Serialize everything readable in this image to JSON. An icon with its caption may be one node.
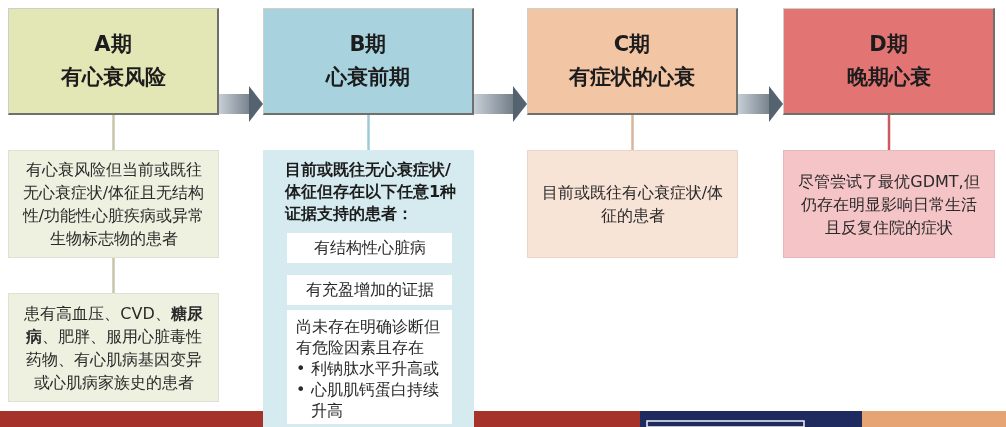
{
  "diagram": {
    "nodes": [
      {
        "text": [
          "A期",
          "有心衰风险"
        ]
      },
      {
        "text": [
          "有心衰风险但当前或既往无心衰症状/体征且无结构性/功能性心脏疾病或异常生物标志物的患者"
        ]
      },
      {
        "text": [
          "患有高血压、CVD、**糖尿病**、肥胖、服用心脏毒性药物、有心肌病基因变异或心肌病家族史的患者"
        ]
      },
      {
        "text": [
          "B期",
          "心衰前期"
        ]
      },
      {
        "text": [
          "目前或既往无心衰症状/体征但存在以下任意1种证据支持的患者："
        ]
      },
      {
        "text": [
          "有结构性心脏病"
        ],
        "in": 4
      },
      {
        "text": [
          "有充盈增加的证据"
        ],
        "in": 4
      },
      {
        "text": [
          "尚未存在明确诊断但有危险因素且存在",
          "• 利钠肽水平升高或",
          "• 心肌肌钙蛋白持续升高"
        ],
        "in": 4
      },
      {
        "text": [
          "C期",
          "有症状的心衰"
        ]
      },
      {
        "text": [
          "目前或既往有心衰症状/体征的患者"
        ]
      },
      {
        "text": [
          "D期",
          "晚期心衰"
        ]
      },
      {
        "text": [
          "尽管尝试了最优GDMT,但仍存在明显影响日常生活且反复住院的症状"
        ]
      }
    ],
    "edges": [
      {
        "from": 0,
        "to": 1,
        "arrow": "none",
        "color": "#cbc4ac"
      },
      {
        "from": 1,
        "to": 2,
        "arrow": "none",
        "color": "#cbc4ac"
      },
      {
        "from": 0,
        "to": 3,
        "arrow": "to",
        "style": "thick",
        "color": "#55626f"
      },
      {
        "from": 3,
        "to": 4,
        "arrow": "none",
        "color": "#9ccbd7"
      },
      {
        "from": 3,
        "to": 8,
        "arrow": "to",
        "style": "thick",
        "color": "#55626f"
      },
      {
        "from": 8,
        "to": 9,
        "arrow": "none",
        "color": "#d9b59b"
      },
      {
        "from": 8,
        "to": 10,
        "arrow": "to",
        "style": "thick",
        "color": "#55626f"
      },
      {
        "from": 10,
        "to": 11,
        "arrow": "none",
        "color": "#c95a60"
      }
    ]
  }
}
